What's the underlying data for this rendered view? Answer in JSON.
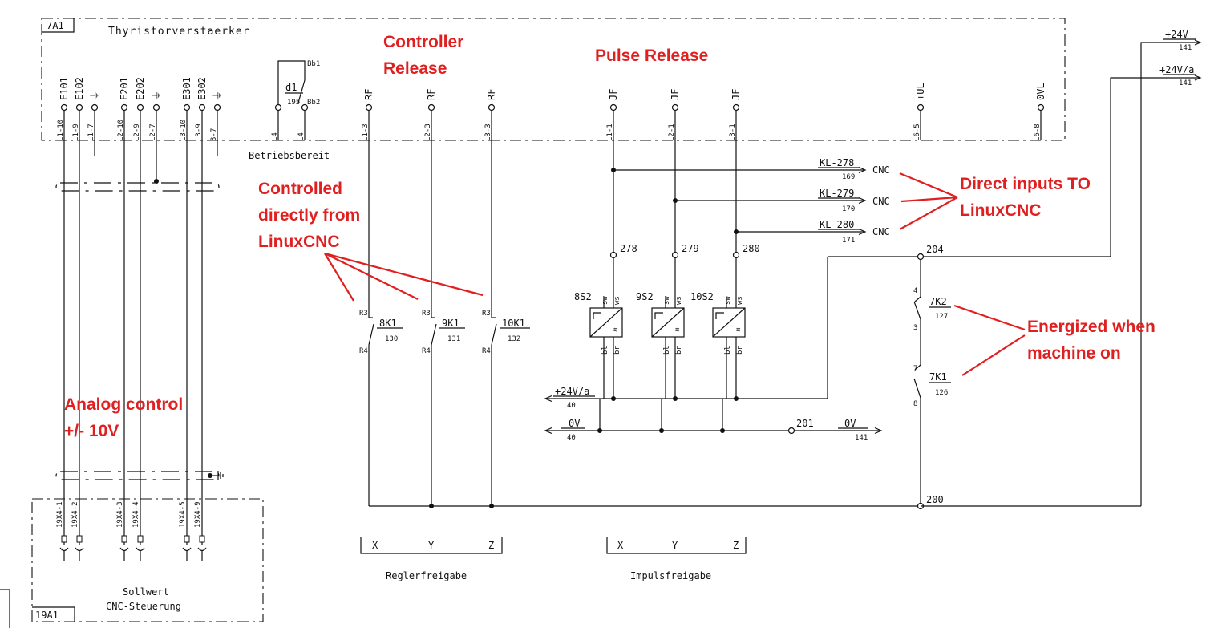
{
  "frames": {
    "top_id": "7A1",
    "top_title": "Thyristorverstaerker",
    "bottom_id": "19A1",
    "bottom_title_1": "Sollwert",
    "bottom_title_2": "CNC-Steuerung"
  },
  "analog_terminals": [
    {
      "name": "E101",
      "pin": "L1-10"
    },
    {
      "name": "E102",
      "pin": "L1-9"
    },
    {
      "name": "⏚",
      "pin": "L1-7"
    },
    {
      "name": "E201",
      "pin": "L2-10"
    },
    {
      "name": "E202",
      "pin": "L2-9"
    },
    {
      "name": "⏚",
      "pin": "L2-7"
    },
    {
      "name": "E301",
      "pin": "L3-10"
    },
    {
      "name": "E302",
      "pin": "L3-9"
    },
    {
      "name": "⏚",
      "pin": "3-7"
    }
  ],
  "ready_contact": {
    "pin_a": "L4",
    "pin_b": "L4",
    "relay": "d1",
    "relay_ref": "195",
    "contact_1": "Bb1",
    "contact_2": "Bb2",
    "label": "Betriebsbereit"
  },
  "rf_terminals": [
    {
      "name": "RF",
      "pin": "L1-3"
    },
    {
      "name": "RF",
      "pin": "L2-3"
    },
    {
      "name": "RF",
      "pin": "L3-3"
    }
  ],
  "jf_terminals": [
    {
      "name": "JF",
      "pin": "L1-1"
    },
    {
      "name": "JF",
      "pin": "L2-1"
    },
    {
      "name": "JF",
      "pin": "L3-1"
    }
  ],
  "supply_terminals": [
    {
      "name": "+UL",
      "pin": "L6-5"
    },
    {
      "name": "0VL",
      "pin": "L6-8"
    }
  ],
  "supply_rails": [
    {
      "label": "+24V",
      "ref": "141"
    },
    {
      "label": "+24V/a",
      "ref": "141"
    }
  ],
  "cnc_outputs": [
    {
      "kl": "KL-278",
      "ref": "169",
      "target": "CNC"
    },
    {
      "kl": "KL-279",
      "ref": "170",
      "target": "CNC"
    },
    {
      "kl": "KL-280",
      "ref": "171",
      "target": "CNC"
    }
  ],
  "wire_numbers": [
    "278",
    "279",
    "280",
    "204",
    "200",
    "201"
  ],
  "relays": [
    {
      "name": "8K1",
      "ref": "130",
      "pin_top": "R3",
      "pin_bottom": "R4"
    },
    {
      "name": "9K1",
      "ref": "131",
      "pin_top": "R3",
      "pin_bottom": "R4"
    },
    {
      "name": "10K1",
      "ref": "132",
      "pin_top": "R3",
      "pin_bottom": "R4"
    }
  ],
  "switches": [
    {
      "name": "8S2",
      "sw": "sw",
      "ws": "ws",
      "bl": "bl",
      "br": "br"
    },
    {
      "name": "9S2",
      "sw": "sw",
      "ws": "ws",
      "bl": "bl",
      "br": "br"
    },
    {
      "name": "10S2",
      "sw": "sw",
      "ws": "ws",
      "bl": "bl",
      "br": "br"
    }
  ],
  "machine_contacts": [
    {
      "name": "7K2",
      "ref": "127",
      "pin_top": "4",
      "pin_bottom": "3"
    },
    {
      "name": "7K1",
      "ref": "126",
      "pin_top": "7",
      "pin_bottom": "8"
    }
  ],
  "bus_lines": [
    {
      "label": "+24V/a",
      "ref": "40"
    },
    {
      "label": "0V",
      "ref": "40"
    },
    {
      "label": "0V",
      "ref": "141"
    }
  ],
  "sollwert_pins": [
    "19X4-1",
    "19X4-2",
    "19X4-3",
    "19X4-4",
    "19X4-5",
    "19X4-9"
  ],
  "axis_groups": [
    {
      "axes": [
        "X",
        "Y",
        "Z"
      ],
      "label": "Reglerfreigabe"
    },
    {
      "axes": [
        "X",
        "Y",
        "Z"
      ],
      "label": "Impulsfreigabe"
    }
  ],
  "annotations": {
    "controller_release_1": "Controller",
    "controller_release_2": "Release",
    "pulse_release": "Pulse Release",
    "controlled_1": "Controlled",
    "controlled_2": "directly from",
    "controlled_3": "LinuxCNC",
    "direct_inputs_1": "Direct inputs TO",
    "direct_inputs_2": "LinuxCNC",
    "energized_1": "Energized when",
    "energized_2": "machine on",
    "analog_1": "Analog control",
    "analog_2": "+/- 10V"
  },
  "colors": {
    "annotation": "#e02020",
    "line": "#111111"
  }
}
